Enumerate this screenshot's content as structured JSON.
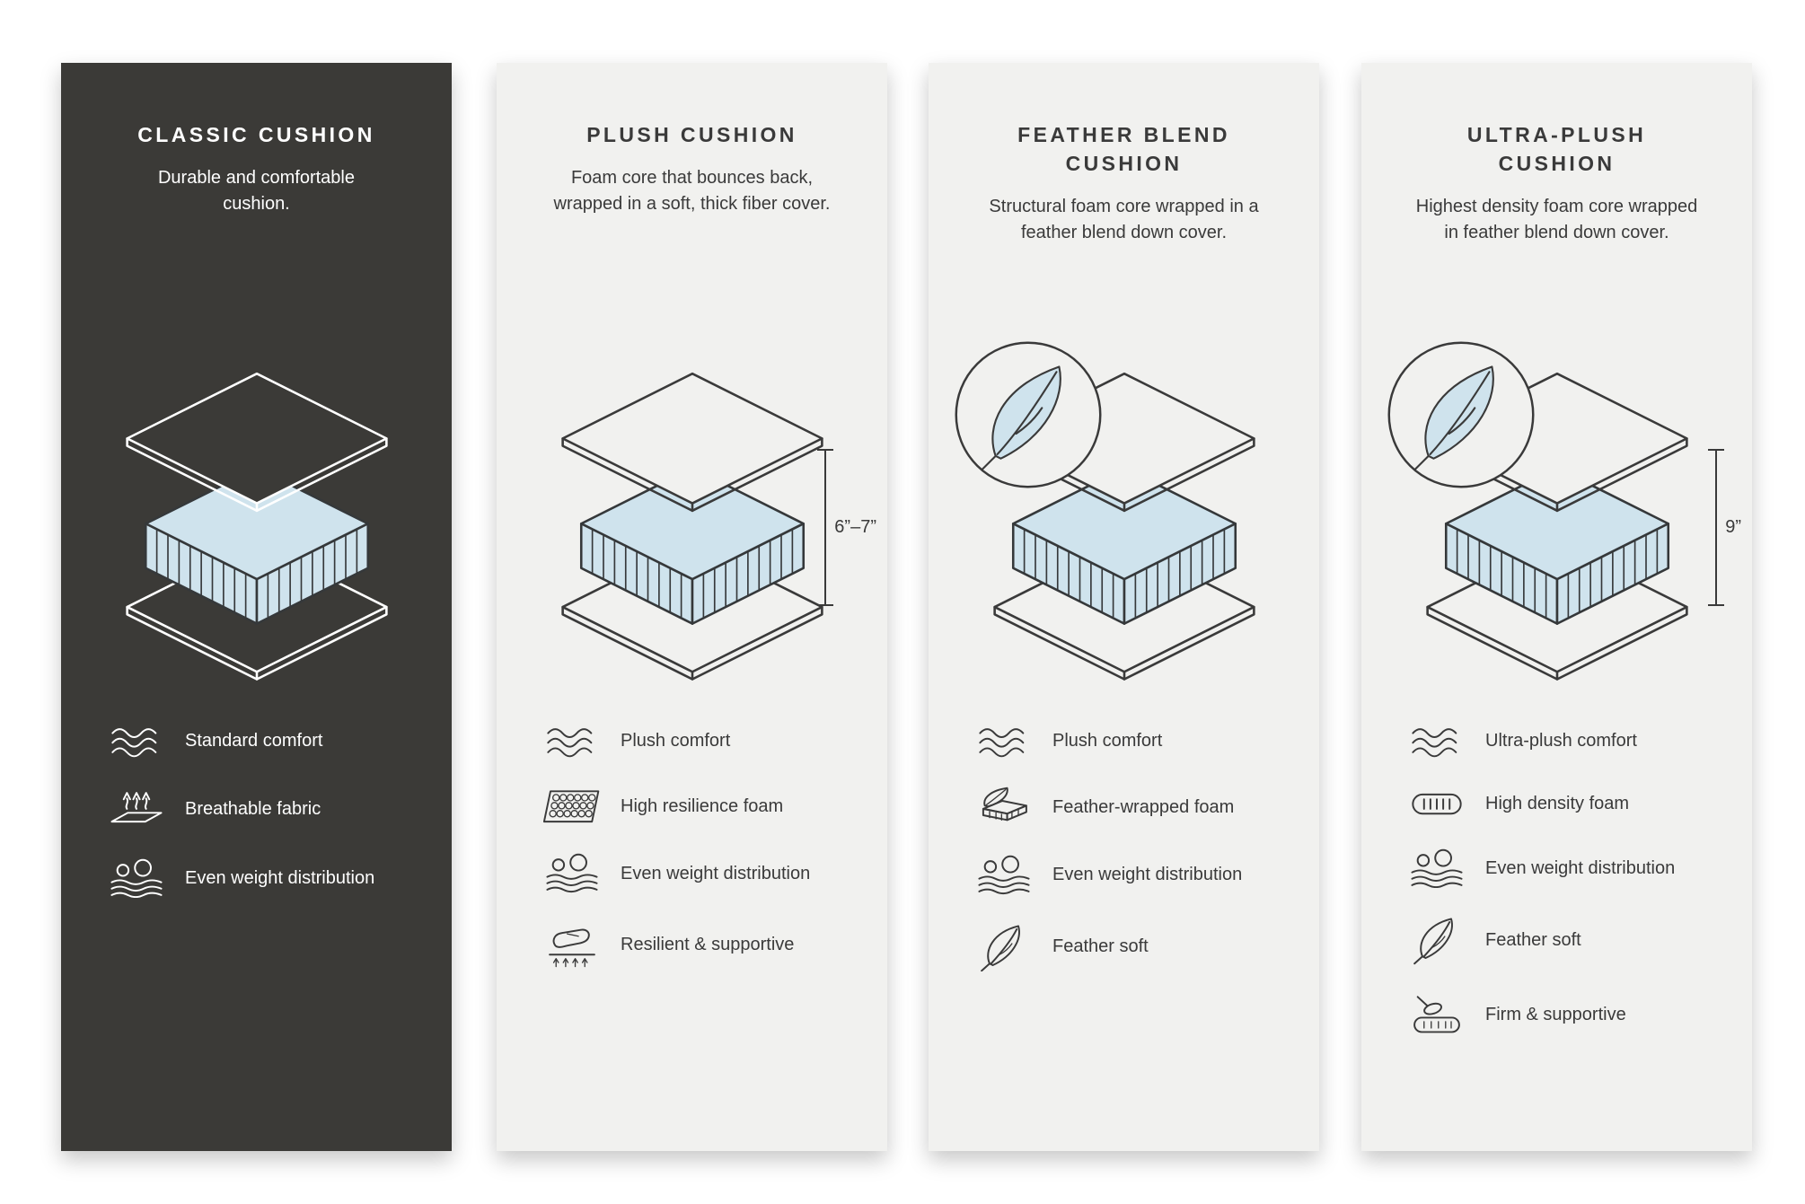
{
  "page": {
    "background": "#ffffff"
  },
  "colors": {
    "dark_card": "#3b3a37",
    "light_card": "#f1f1ef",
    "foam_blue": "#cfe3ed",
    "line_dark": "#3a3a3a",
    "text_light": "#ffffff"
  },
  "cards": [
    {
      "title": "CLASSIC CUSHION",
      "description": "Durable and comfortable cushion.",
      "measurement": "",
      "has_feather_badge": false,
      "features": [
        {
          "icon": "comfort-waves-icon",
          "label": "Standard comfort"
        },
        {
          "icon": "breathable-fabric-icon",
          "label": "Breathable fabric"
        },
        {
          "icon": "even-weight-icon",
          "label": "Even weight distribution"
        }
      ]
    },
    {
      "title": "PLUSH CUSHION",
      "description": "Foam core that bounces back, wrapped in a soft, thick fiber cover.",
      "measurement": "6”–7”",
      "has_feather_badge": false,
      "features": [
        {
          "icon": "comfort-waves-icon",
          "label": "Plush comfort"
        },
        {
          "icon": "resilience-foam-icon",
          "label": "High resilience foam"
        },
        {
          "icon": "even-weight-icon",
          "label": "Even weight distribution"
        },
        {
          "icon": "resilient-supportive-icon",
          "label": "Resilient & supportive"
        }
      ]
    },
    {
      "title": "FEATHER BLEND CUSHION",
      "description": "Structural foam core wrapped in a feather blend down cover.",
      "measurement": "",
      "has_feather_badge": true,
      "features": [
        {
          "icon": "comfort-waves-icon",
          "label": "Plush comfort"
        },
        {
          "icon": "feather-wrapped-foam-icon",
          "label": "Feather-wrapped foam"
        },
        {
          "icon": "even-weight-icon",
          "label": "Even weight distribution"
        },
        {
          "icon": "feather-soft-icon",
          "label": "Feather soft"
        }
      ]
    },
    {
      "title": "ULTRA-PLUSH CUSHION",
      "description": "Highest density foam core wrapped in feather blend down cover.",
      "measurement": "9”",
      "has_feather_badge": true,
      "features": [
        {
          "icon": "comfort-waves-icon",
          "label": "Ultra-plush comfort"
        },
        {
          "icon": "high-density-foam-icon",
          "label": "High density foam"
        },
        {
          "icon": "even-weight-icon",
          "label": "Even weight distribution"
        },
        {
          "icon": "feather-soft-icon",
          "label": "Feather soft"
        },
        {
          "icon": "firm-supportive-icon",
          "label": "Firm & supportive"
        }
      ]
    }
  ]
}
